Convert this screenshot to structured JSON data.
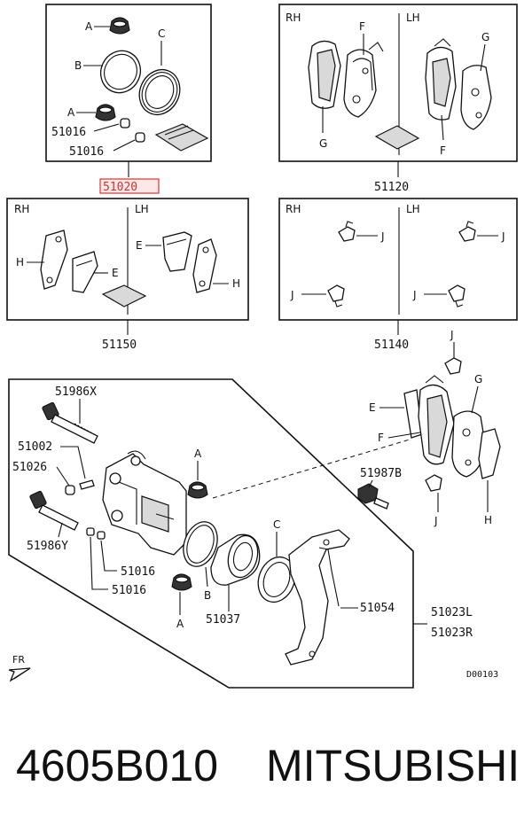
{
  "diagram": {
    "panel_1020": {
      "labels": {
        "a_top": "A",
        "b": "B",
        "c": "C",
        "a_mid": "A",
        "n1": "51016",
        "n2": "51016"
      },
      "part_number": "51020"
    },
    "panel_1120": {
      "rh": "RH",
      "lh": "LH",
      "labels": {
        "f_left": "F",
        "g_left": "G",
        "f_right": "F",
        "g_right": "G"
      },
      "part_number": "51120"
    },
    "panel_1150": {
      "rh": "RH",
      "lh": "LH",
      "labels": {
        "h_left": "H",
        "e_left": "E",
        "e_right": "E",
        "h_right": "H"
      },
      "part_number": "51150"
    },
    "panel_1140": {
      "rh": "RH",
      "lh": "LH",
      "labels": {
        "j1": "J",
        "j2": "J",
        "j3": "J",
        "j4": "J"
      },
      "part_number": "51140"
    },
    "main": {
      "labels": {
        "p51986x": "51986X",
        "p51002": "51002",
        "p51026": "51026",
        "p51986y": "51986Y",
        "a_top": "A",
        "p51016a": "51016",
        "p51016b": "51016",
        "a_bottom": "A",
        "b": "B",
        "p51037": "51037",
        "c": "C",
        "p51054": "51054",
        "p51023l": "51023L",
        "p51023r": "51023R",
        "p51987b": "51987B",
        "j_top": "J",
        "j_bottom": "J",
        "e": "E",
        "f": "F",
        "g": "G",
        "h": "H"
      },
      "fr": "FR",
      "drawing_code": "D00103"
    }
  },
  "footer": {
    "part_number": "4605B010",
    "brand": "MITSUBISHI"
  }
}
